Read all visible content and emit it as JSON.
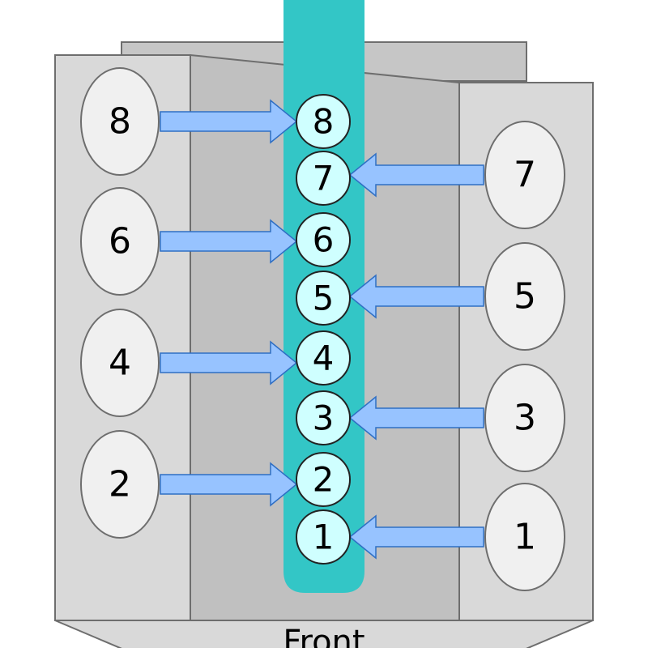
{
  "diagram": {
    "footer_label": "Front",
    "colors": {
      "block_fill": "#d9d9d9",
      "block_top": "#c6c6c6",
      "valley_fill": "#c0c0c0",
      "outline": "#6e6e6e",
      "shaft": "#33c6c6",
      "journal_fill": "#cfffff",
      "cylinder_fill": "#f0f0f0",
      "arrow_fill": "#97c3ff",
      "arrow_stroke": "#2f6fc4",
      "text": "#000000"
    },
    "left_bank": [
      "8",
      "6",
      "4",
      "2"
    ],
    "right_bank": [
      "7",
      "5",
      "3",
      "1"
    ],
    "crank_journals": [
      "8",
      "7",
      "6",
      "5",
      "4",
      "3",
      "2",
      "1"
    ]
  }
}
